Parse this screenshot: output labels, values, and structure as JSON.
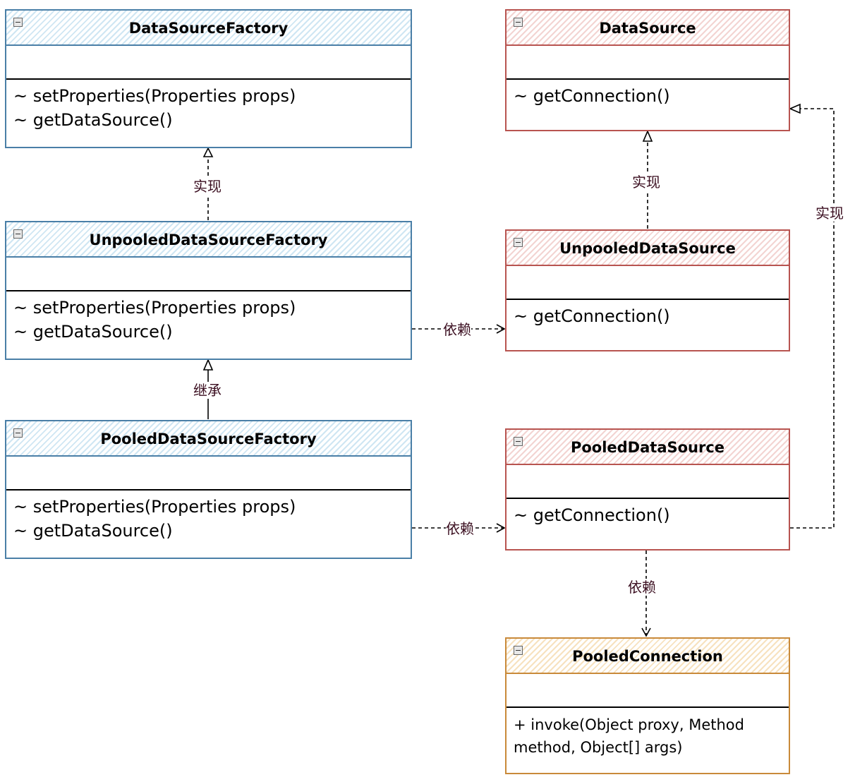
{
  "classes": {
    "data_source_factory": {
      "title": "DataSourceFactory",
      "methods": [
        "~ setProperties(Properties props)",
        "~ getDataSource()"
      ]
    },
    "unpooled_data_source_factory": {
      "title": "UnpooledDataSourceFactory",
      "methods": [
        "~ setProperties(Properties props)",
        "~ getDataSource()"
      ]
    },
    "pooled_data_source_factory": {
      "title": "PooledDataSourceFactory",
      "methods": [
        "~ setProperties(Properties props)",
        "~ getDataSource()"
      ]
    },
    "data_source": {
      "title": "DataSource",
      "methods": [
        "~ getConnection()"
      ]
    },
    "unpooled_data_source": {
      "title": "UnpooledDataSource",
      "methods": [
        "~ getConnection()"
      ]
    },
    "pooled_data_source": {
      "title": "PooledDataSource",
      "methods": [
        "~ getConnection()"
      ]
    },
    "pooled_connection": {
      "title": "PooledConnection",
      "methods": [
        "+ invoke(Object proxy, Method method, Object[] args)"
      ]
    }
  },
  "relations": {
    "unpooled_factory_implements": "实现",
    "pooled_factory_extends": "继承",
    "unpooled_factory_depends": "依赖",
    "pooled_factory_depends": "依赖",
    "unpooled_ds_implements": "实现",
    "pooled_ds_implements": "实现",
    "pooled_ds_depends": "依赖"
  },
  "colors": {
    "factory_border": "#4a7fa7",
    "datasource_border": "#b85450",
    "connection_border": "#c98a3a"
  }
}
